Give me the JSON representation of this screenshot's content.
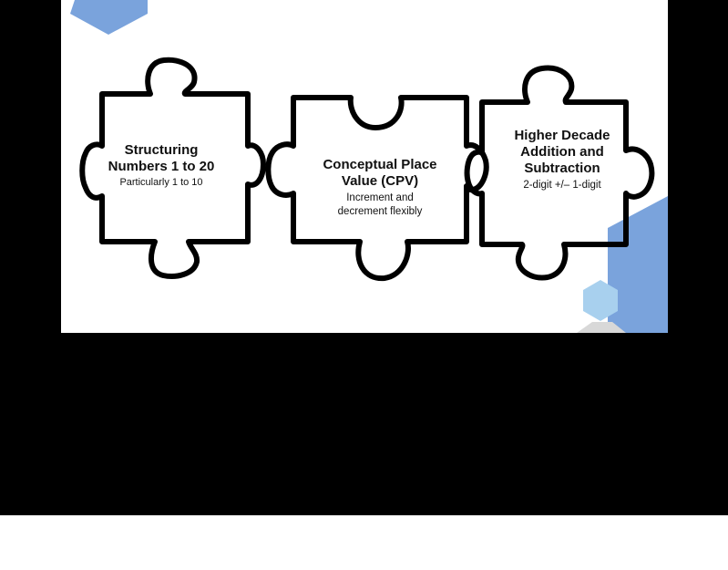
{
  "pieces": [
    {
      "title_line1": "Structuring",
      "title_line2": "Numbers 1 to 20",
      "subtitle_line1": "Particularly 1 to 10",
      "subtitle_line2": ""
    },
    {
      "title_line1": "Conceptual Place",
      "title_line2": "Value (CPV)",
      "subtitle_line1": "Increment and",
      "subtitle_line2": "decrement flexibly"
    },
    {
      "title_line1": "Higher Decade",
      "title_line2": "Addition and",
      "title_line3": "Subtraction",
      "subtitle_line1": "2-digit +/– 1-digit"
    }
  ],
  "colors": {
    "hex_dark_blue": "#7aa3dc",
    "hex_light_blue": "#a8d0ee",
    "hex_gray": "#d8d8d8",
    "outline": "#000000",
    "letterbox": "#000000"
  }
}
